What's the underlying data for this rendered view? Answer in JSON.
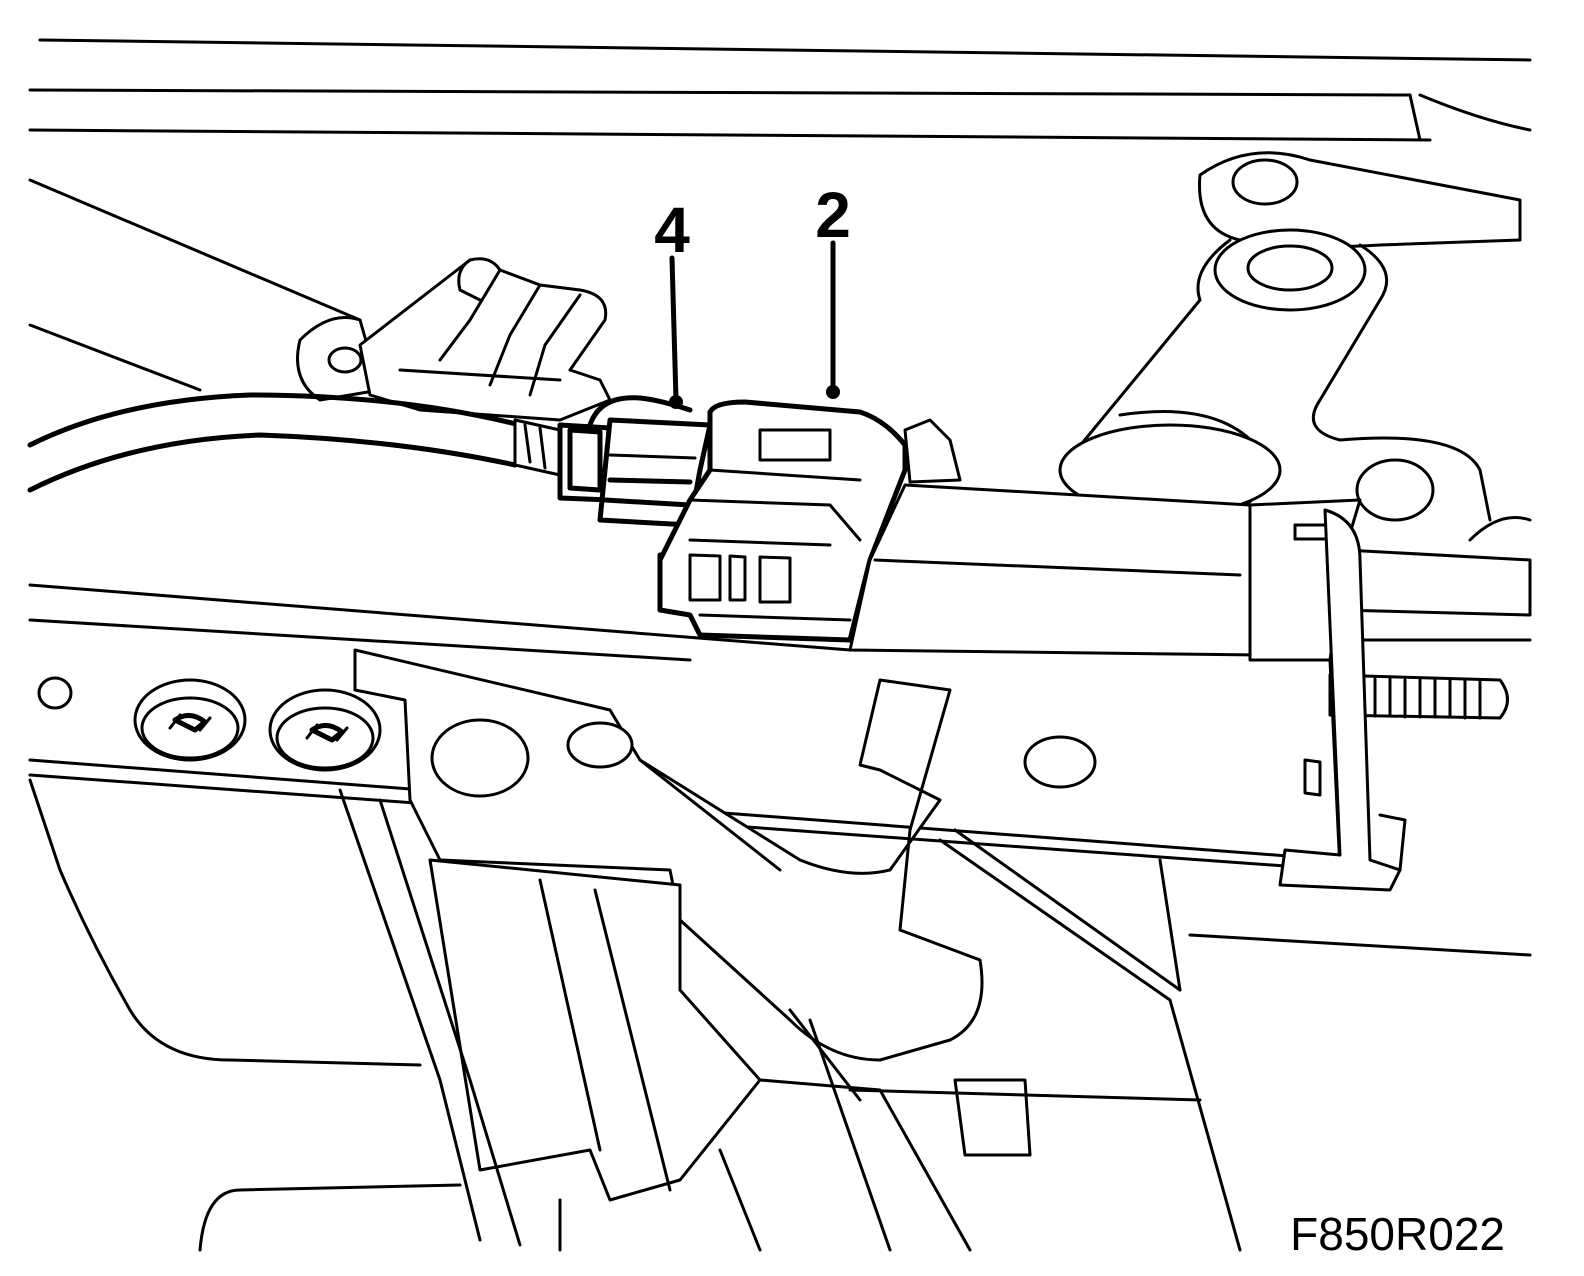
{
  "figure": {
    "code": "F850R022"
  },
  "callouts": [
    {
      "label": "4",
      "target": "connector-plug"
    },
    {
      "label": "2",
      "target": "connector-housing"
    }
  ]
}
